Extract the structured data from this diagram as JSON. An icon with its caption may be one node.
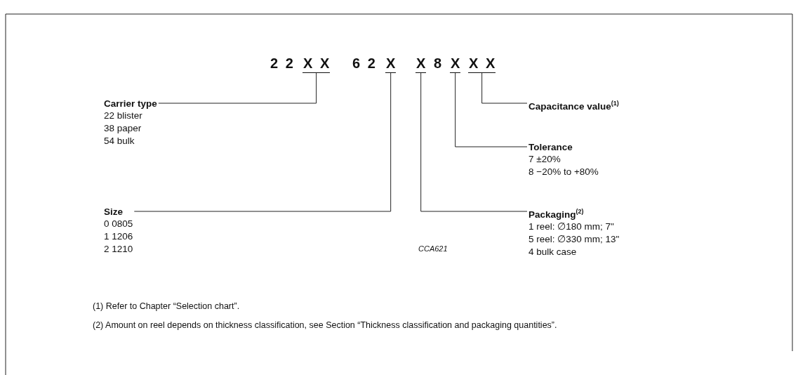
{
  "diagram": {
    "nodes": [
      {
        "text": [
          "X X"
        ]
      },
      {
        "text": [
          "X"
        ]
      },
      {
        "text": [
          "X"
        ]
      },
      {
        "text": [
          "X"
        ]
      },
      {
        "text": [
          "X X"
        ]
      },
      {
        "text": [
          "Carrier type",
          "22 blister",
          "38 paper",
          "54 bulk"
        ]
      },
      {
        "text": [
          "Capacitance value$^{(1)}$"
        ]
      },
      {
        "text": [
          "Tolerance",
          "7 ±20%",
          "8 −20% to +80%"
        ]
      },
      {
        "text": [
          "Size",
          "0 0805",
          "1 1206",
          "2 1210"
        ]
      },
      {
        "text": [
          "Packaging$^{(2)}$",
          "1 reel: ∅180 mm; 7\"",
          "5 reel: ∅330 mm; 13\"",
          "4 bulk case"
        ]
      }
    ],
    "edges": [
      {
        "from": 0,
        "to": 5,
        "arrow": "none"
      },
      {
        "from": 4,
        "to": 6,
        "arrow": "none"
      },
      {
        "from": 3,
        "to": 7,
        "arrow": "none"
      },
      {
        "from": 1,
        "to": 8,
        "arrow": "none"
      },
      {
        "from": 2,
        "to": 9,
        "arrow": "none"
      }
    ],
    "labels": [
      "2 2",
      "6 2",
      "8",
      "CCA621",
      "(1) Refer to Chapter “Selection chart”.",
      "(2) Amount on reel depends on thickness classification, see Section “Thickness classification and packaging quantities”."
    ]
  }
}
